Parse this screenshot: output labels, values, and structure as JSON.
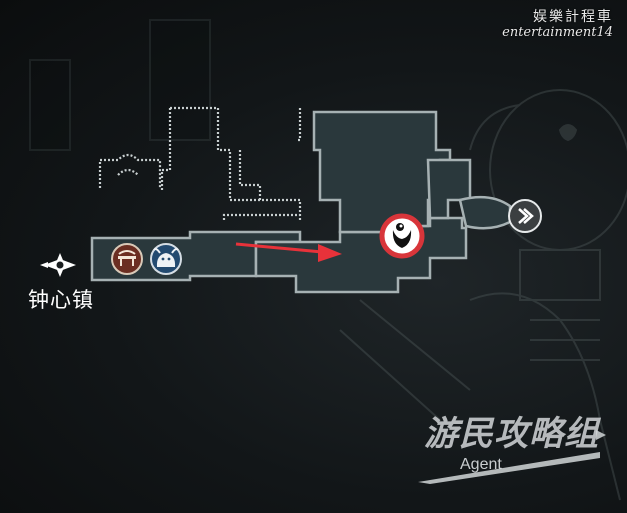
{
  "watermark": {
    "line1": "娱樂計程車",
    "line2": "entertainment14"
  },
  "map": {
    "town_label": "钟心镇",
    "icons": [
      "bench-icon",
      "shopkeeper-icon",
      "boss-marker-icon",
      "fast-travel-icon",
      "bell-town-marker-icon"
    ],
    "colors": {
      "room_fill": "#2a3a3e",
      "room_edge": "#9aa7a9",
      "arrow": "#e8323a",
      "marker_ring": "#e03a3e"
    }
  },
  "logo": {
    "brand": "游民攻略组",
    "agent": "Agent"
  }
}
